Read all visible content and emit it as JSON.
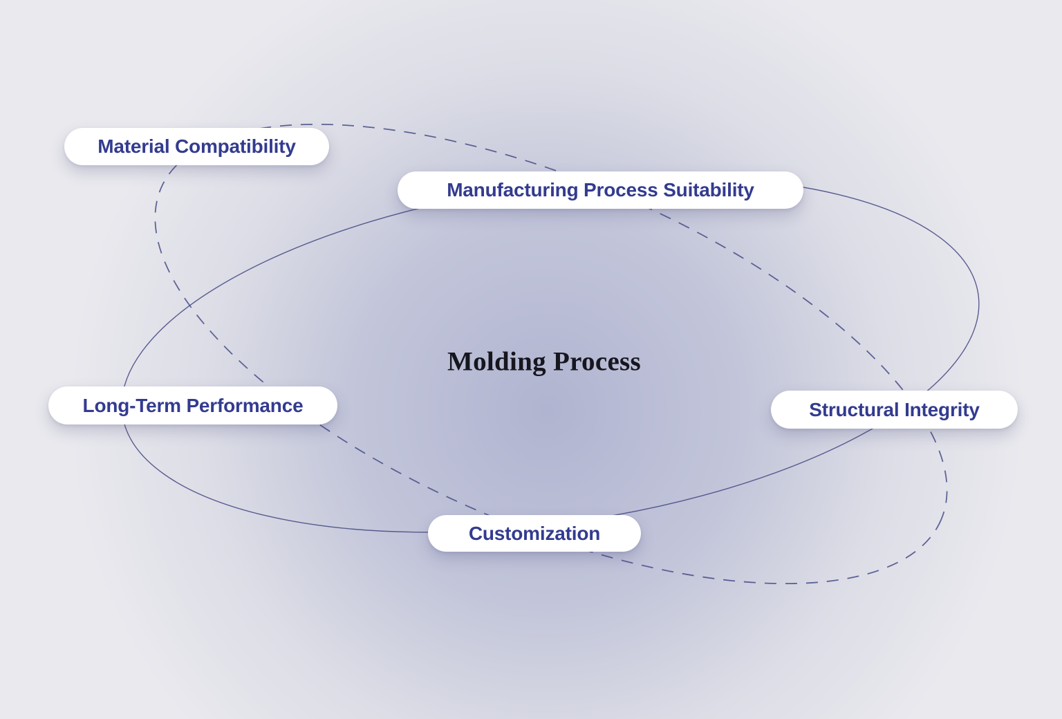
{
  "diagram": {
    "type": "concept-map",
    "center": {
      "title": "Molding Process"
    },
    "nodes": [
      {
        "id": "material-compatibility",
        "label": "Material Compatibility"
      },
      {
        "id": "manufacturing-process-suitability",
        "label": "Manufacturing Process Suitability"
      },
      {
        "id": "long-term-performance",
        "label": "Long-Term Performance"
      },
      {
        "id": "structural-integrity",
        "label": "Structural Integrity"
      },
      {
        "id": "customization",
        "label": "Customization"
      }
    ],
    "orbits": [
      {
        "id": "solid-orbit",
        "style": "solid"
      },
      {
        "id": "dashed-orbit",
        "style": "dashed"
      }
    ],
    "colors": {
      "background_edge": "#e9e9ee",
      "background_glow": "#b0b4d0",
      "node_pill_background": "#ffffff",
      "node_label_text": "#333b8f",
      "center_title_text": "#16161f",
      "orbit_stroke": "#4c508a"
    }
  }
}
